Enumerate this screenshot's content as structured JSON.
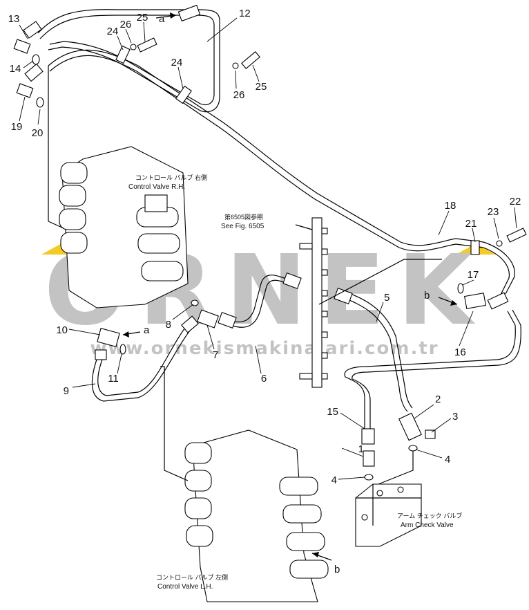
{
  "watermark": {
    "brand": "ORNEK",
    "url": "www.ornekismakinalari.com.tr",
    "color": "#b9b9b9",
    "accent_color": "#f2c200"
  },
  "labels": {
    "control_valve_rh_jp": "コントロール バルブ 右側",
    "control_valve_rh_en": "Control Valve R.H.",
    "control_valve_lh_jp": "コントロール バルブ 左側",
    "control_valve_lh_en": "Control Valve L.H.",
    "see_fig_jp": "第6505図参照",
    "see_fig_en": "See Fig. 6505",
    "arm_check_jp": "アーム チェック バルブ",
    "arm_check_en": "Arm Check Valve"
  },
  "callouts": [
    {
      "id": "c1",
      "text": "1"
    },
    {
      "id": "c2",
      "text": "2"
    },
    {
      "id": "c3",
      "text": "3"
    },
    {
      "id": "c4a",
      "text": "4"
    },
    {
      "id": "c4b",
      "text": "4"
    },
    {
      "id": "c5",
      "text": "5"
    },
    {
      "id": "c6",
      "text": "6"
    },
    {
      "id": "c7",
      "text": "7"
    },
    {
      "id": "c8",
      "text": "8"
    },
    {
      "id": "c9",
      "text": "9"
    },
    {
      "id": "c10",
      "text": "10"
    },
    {
      "id": "c11",
      "text": "11"
    },
    {
      "id": "c12",
      "text": "12"
    },
    {
      "id": "c13",
      "text": "13"
    },
    {
      "id": "c14",
      "text": "14"
    },
    {
      "id": "c15",
      "text": "15"
    },
    {
      "id": "c16",
      "text": "16"
    },
    {
      "id": "c17",
      "text": "17"
    },
    {
      "id": "c18",
      "text": "18"
    },
    {
      "id": "c19",
      "text": "19"
    },
    {
      "id": "c20",
      "text": "20"
    },
    {
      "id": "c21",
      "text": "21"
    },
    {
      "id": "c22",
      "text": "22"
    },
    {
      "id": "c23",
      "text": "23"
    },
    {
      "id": "c24a",
      "text": "24"
    },
    {
      "id": "c24b",
      "text": "24"
    },
    {
      "id": "c25a",
      "text": "25"
    },
    {
      "id": "c25b",
      "text": "25"
    },
    {
      "id": "c26a",
      "text": "26"
    },
    {
      "id": "c26b",
      "text": "26"
    }
  ],
  "connection_marks": [
    {
      "id": "a_top",
      "text": "a"
    },
    {
      "id": "a_mid",
      "text": "a"
    },
    {
      "id": "b_right",
      "text": "b"
    },
    {
      "id": "b_bottom",
      "text": "b"
    }
  ]
}
